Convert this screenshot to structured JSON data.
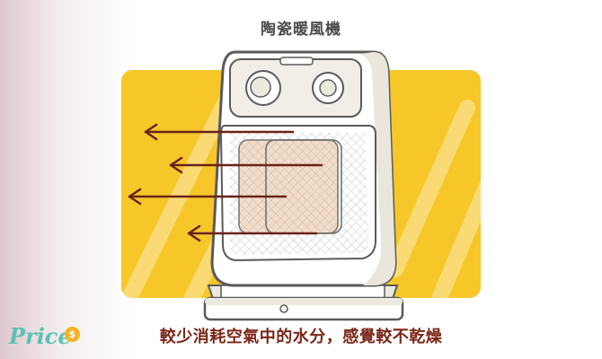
{
  "title": "陶瓷暖風機",
  "caption": "較少消耗空氣中的水分，感覺較不乾燥",
  "logo": {
    "text": "Price",
    "badge": "$"
  },
  "colors": {
    "panel": "#f7c72a",
    "heater_outline": "#5a5a5a",
    "heater_body": "#ffffff",
    "heater_shade": "#e9e7dc",
    "grille_mesh": "#c7c7c7",
    "element_glow": "#f3dcc8",
    "arrow": "#6b2218",
    "caption": "#7a2617",
    "logo": "#5ac2b3",
    "logo_badge": "#f3b220"
  },
  "icons": [
    "ceramic-heater-icon",
    "heat-arrow-icon",
    "price-logo"
  ]
}
